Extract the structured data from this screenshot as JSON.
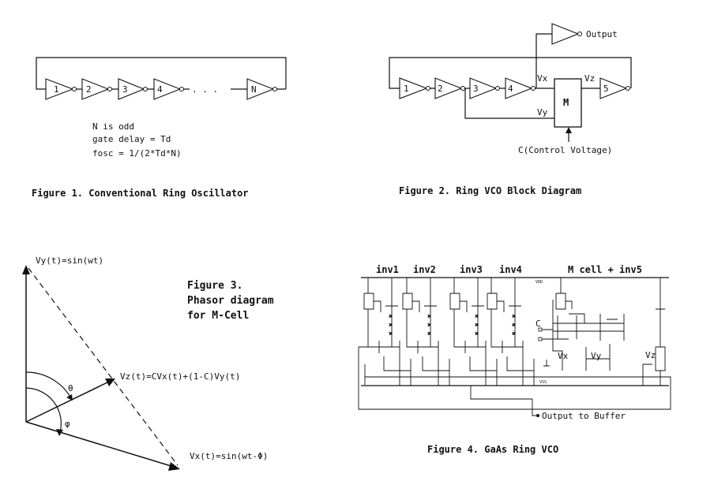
{
  "fig1": {
    "gates": [
      "1",
      "2",
      "3",
      "4",
      "N"
    ],
    "ellipsis": ". . .",
    "notes": [
      "N is odd",
      "gate delay = Td",
      "fosc = 1/(2*Td*N)"
    ],
    "caption": "Figure 1. Conventional Ring Oscillator"
  },
  "fig2": {
    "gates": [
      "1",
      "2",
      "3",
      "4",
      "5"
    ],
    "output_label": "Output",
    "vx": "Vx",
    "vy": "Vy",
    "vz": "Vz",
    "m_label": "M",
    "control_label": "C(Control Voltage)",
    "caption": "Figure 2. Ring VCO Block Diagram"
  },
  "fig3": {
    "vy_label": "Vy(t)=sin(wt)",
    "vz_label": "Vz(t)=CVx(t)+(1-C)Vy(t)",
    "vx_label": "Vx(t)=sin(wt-Φ)",
    "theta": "θ",
    "phi": "φ",
    "caption_lines": [
      "Figure 3.",
      "Phasor diagram",
      "for M-Cell"
    ]
  },
  "fig4": {
    "stage_labels": [
      "inv1",
      "inv2",
      "inv3",
      "inv4",
      "M cell + inv5"
    ],
    "vdd": "VDD",
    "vss": "VSS",
    "c_label": "C",
    "vx": "Vx",
    "vy": "Vy",
    "vz": "Vz",
    "output_label": "Output to Buffer",
    "caption": "Figure 4. GaAs Ring VCO"
  }
}
